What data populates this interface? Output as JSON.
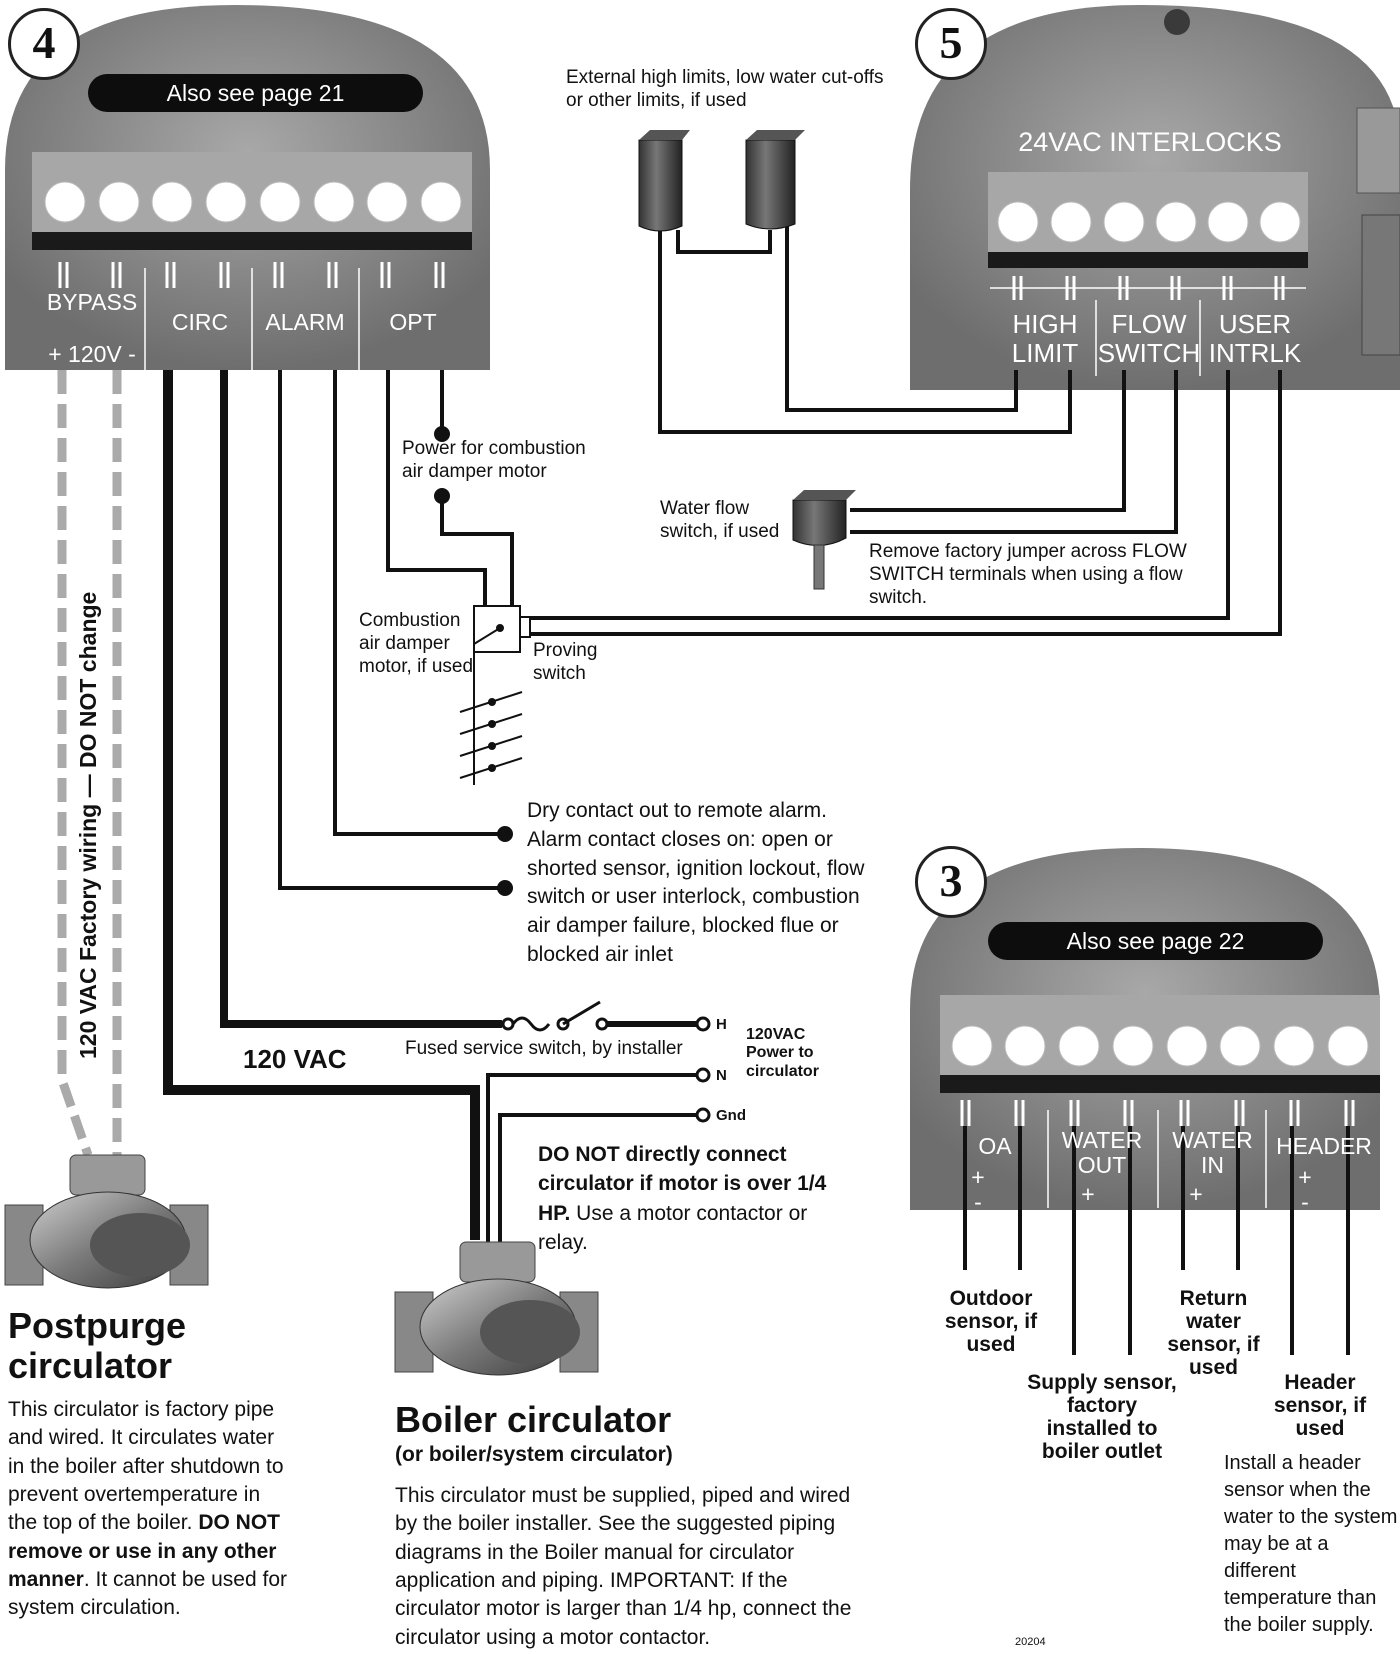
{
  "panel4": {
    "number": "4",
    "see_page": "Also see page 21",
    "terminal_labels": {
      "bypass": "BYPASS",
      "bypass_pol": "+ 120V -",
      "circ": "CIRC",
      "alarm": "ALARM",
      "opt": "OPT"
    },
    "factory_wiring_label": "120 VAC    Factory wiring — DO NOT change",
    "power_combustion": "Power for combustion air damper motor",
    "combustion_damper": "Combustion air damper motor, if used",
    "proving_switch": "Proving switch",
    "alarm_note": "Dry contact out to remote alarm. Alarm contact closes on: open or shorted sensor, ignition lockout, flow switch or user interlock, combustion air damper failure, blocked flue or blocked air inlet",
    "vac_120": "120 VAC",
    "fused_switch": "Fused service switch, by installer",
    "h_label": "H",
    "n_label": "N",
    "gnd_label": "Gnd",
    "power_to_circ": "120VAC Power to circulator",
    "warning_bold": "DO NOT directly connect circulator if motor is over 1/4 HP.",
    "warning_rest": " Use a motor contactor or relay."
  },
  "panel5": {
    "number": "5",
    "header": "24VAC INTERLOCKS",
    "terminal_labels": {
      "high": "HIGH LIMIT",
      "flow": "FLOW SWITCH",
      "user": "USER INTRLK"
    },
    "external_limits": "External high limits, low water cut-offs or other limits, if used",
    "water_flow": "Water flow switch, if used",
    "jumper_note": "Remove factory jumper across FLOW SWITCH terminals when using a flow switch."
  },
  "panel3": {
    "number": "3",
    "see_page": "Also see page 22",
    "terminal_labels": {
      "oa": "OA",
      "water_out": "WATER OUT",
      "water_in": "WATER IN",
      "header": "HEADER",
      "pm": "+ -"
    },
    "outdoor_sensor": "Outdoor sensor, if used",
    "supply_sensor": "Supply sensor, factory installed to boiler outlet",
    "return_sensor": "Return water sensor, if used",
    "header_sensor": "Header sensor, if used",
    "header_note": "Install a header sensor when the water to the system may be at a different temperature than the boiler supply."
  },
  "postpurge": {
    "title": "Postpurge circulator",
    "body_plain": "This circulator is factory pipe and wired. It circulates water in the boiler after shutdown to prevent overtemperature in the top of the boiler. ",
    "body_bold": "DO NOT remove or use in any other manner",
    "body_end": ". It cannot be used for system circulation."
  },
  "boiler_circ": {
    "title": "Boiler circulator",
    "subtitle": "(or boiler/system circulator)",
    "body": "This circulator must be supplied, piped and wired by the boiler installer. See the suggested piping diagrams in the Boiler manual for circulator application and piping. IMPORTANT: If the circulator motor is larger than 1/4 hp, connect the circulator using a motor contactor."
  },
  "doc_number": "20204",
  "colors": {
    "panel": "#8a8a8a",
    "terminal_block": "#a7a7a7",
    "wire": "#111111",
    "factory_wire": "#aaaaaa"
  }
}
